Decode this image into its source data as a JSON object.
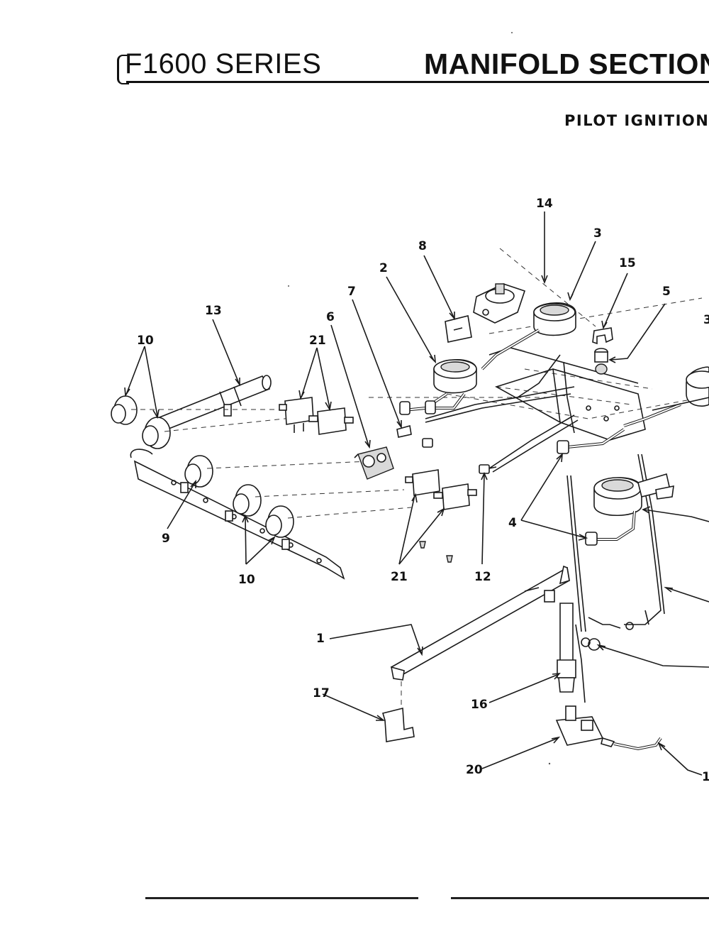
{
  "header": {
    "series": "F1600 SERIES",
    "section": "MANIFOLD SECTION",
    "subtitle": "PILOT IGNITION"
  },
  "callouts": [
    {
      "id": "14",
      "text": "14"
    },
    {
      "id": "3",
      "text": "3"
    },
    {
      "id": "8",
      "text": "8"
    },
    {
      "id": "2",
      "text": "2"
    },
    {
      "id": "15",
      "text": "15"
    },
    {
      "id": "5",
      "text": "5"
    },
    {
      "id": "7",
      "text": "7"
    },
    {
      "id": "13",
      "text": "13"
    },
    {
      "id": "6",
      "text": "6"
    },
    {
      "id": "10a",
      "text": "10"
    },
    {
      "id": "21a",
      "text": "21"
    },
    {
      "id": "4",
      "text": "4"
    },
    {
      "id": "9",
      "text": "9"
    },
    {
      "id": "10b",
      "text": "10"
    },
    {
      "id": "21b",
      "text": "21"
    },
    {
      "id": "12",
      "text": "12"
    },
    {
      "id": "1",
      "text": "1"
    },
    {
      "id": "17",
      "text": "17"
    },
    {
      "id": "16",
      "text": "16"
    },
    {
      "id": "20",
      "text": "20"
    },
    {
      "id": "3r",
      "text": "3"
    },
    {
      "id": "11r",
      "text": "1"
    }
  ]
}
